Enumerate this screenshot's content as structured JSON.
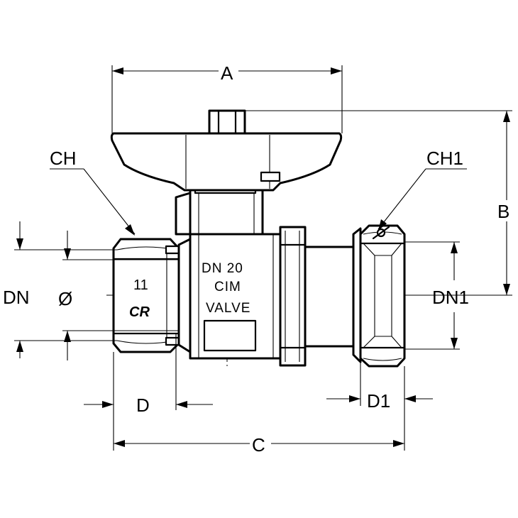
{
  "dimensions": {
    "A": "A",
    "B": "B",
    "C": "C",
    "D": "D",
    "D1": "D1",
    "CH": "CH",
    "CH1": "CH1",
    "DN": "DN",
    "DN1": "DN1",
    "diameter": "Ø"
  },
  "markings": {
    "size_line": "DN  20",
    "brand_line": "CIM",
    "type_line": "VALVE",
    "hex_number": "11",
    "hex_logo": "CR"
  }
}
